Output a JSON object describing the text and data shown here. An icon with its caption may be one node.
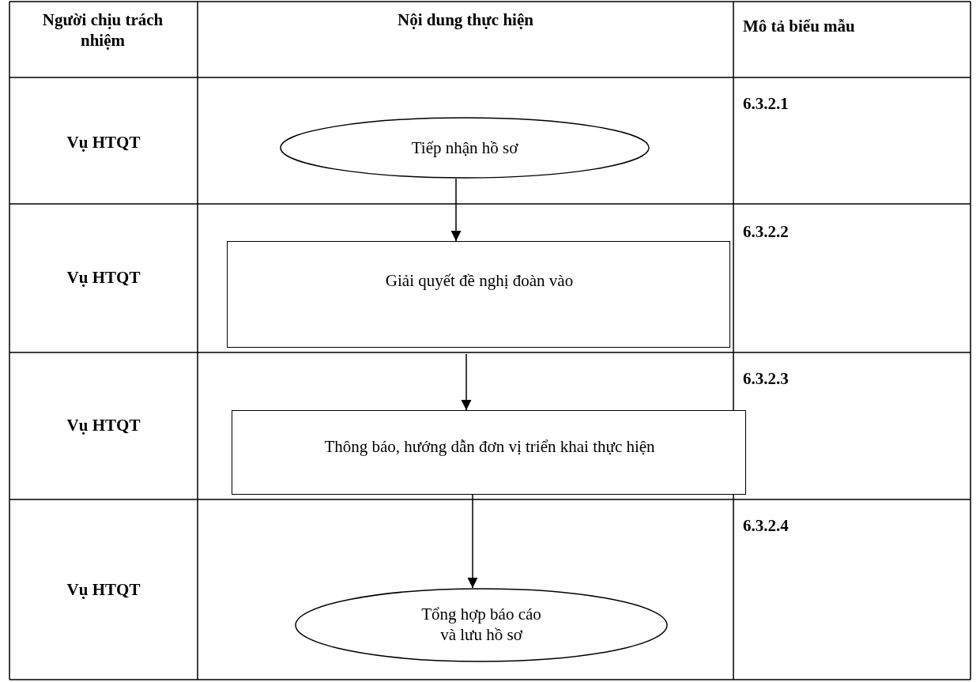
{
  "diagram": {
    "nodes": [
      {
        "text": [
          "Tiếp nhận hồ sơ"
        ]
      },
      {
        "text": [
          "Giải quyết đề nghị đoàn vào"
        ]
      },
      {
        "text": [
          "Thông báo, hướng dẫn đơn vị triển khai thực hiện"
        ]
      },
      {
        "text": [
          "Tổng hợp báo cáo và lưu hồ sơ"
        ]
      }
    ],
    "edges": [
      {
        "from": 0,
        "to": 1,
        "arrow": "to"
      },
      {
        "from": 1,
        "to": 2,
        "arrow": "to"
      },
      {
        "from": 2,
        "to": 3,
        "arrow": "to"
      }
    ],
    "labels": [
      "Người chịu trách nhiệm",
      "Nội dung thực hiện",
      "Mô tả biểu mẫu",
      "Vụ HTQT",
      "6.3.2.1",
      "Vụ HTQT",
      "6.3.2.2",
      "Vụ HTQT",
      "6.3.2.3",
      "Vụ HTQT",
      "6.3.2.4"
    ]
  }
}
